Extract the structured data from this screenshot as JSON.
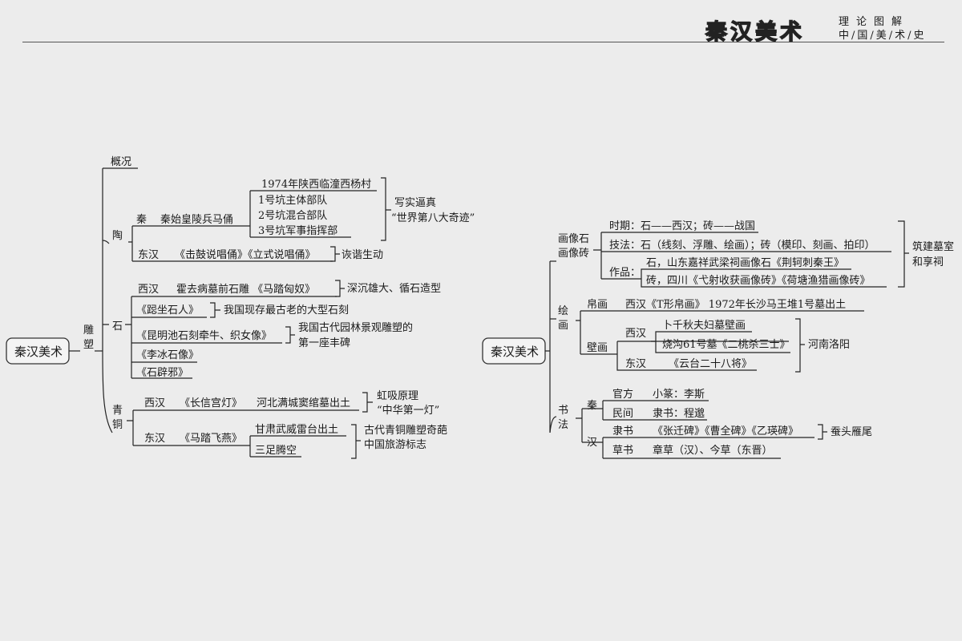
{
  "header": {
    "title": "秦汉美术",
    "subtitle_top": "理论图解",
    "subtitle_bottom": "中/国/美/术/史"
  },
  "left": {
    "root": "秦汉美术",
    "branch": "雕塑",
    "overview": "概况",
    "tao": {
      "label": "陶",
      "qin": {
        "dynasty": "秦",
        "name": "秦始皇陵兵马俑",
        "site": "1974年陕西临潼西杨村",
        "pits": [
          "1号坑主体部队",
          "2号坑混合部队",
          "3号坑军事指挥部"
        ],
        "note1": "写实逼真",
        "note2": "“世界第八大奇迹”"
      },
      "donghan": {
        "dynasty": "东汉",
        "works": "《击鼓说唱俑》《立式说唱俑》",
        "note": "诙谐生动"
      }
    },
    "stone": {
      "label": "石",
      "xihan": {
        "dynasty": "西汉",
        "text": "霍去病墓前石雕 《马踏匈奴》",
        "note": "深沉雄大、循石造型"
      },
      "items": [
        "《跽坐石人》",
        "《昆明池石刻牵牛、织女像》",
        "《李冰石像》",
        "《石辟邪》"
      ],
      "note2": "我国现存最古老的大型石刻",
      "note3a": "我国古代园林景观雕塑的",
      "note3b": "第一座丰碑"
    },
    "bronze": {
      "label": "青铜",
      "xihan": {
        "dynasty": "西汉",
        "work": "《长信宫灯》",
        "site": "河北满城窦绾墓出土",
        "note1": "虹吸原理",
        "note2": "“中华第一灯”"
      },
      "donghan": {
        "dynasty": "东汉",
        "work": "《马踏飞燕》",
        "site": "甘肃武威雷台出土",
        "alias": "三足腾空",
        "note1": "古代青铜雕塑奇葩",
        "note2": "中国旅游标志"
      }
    }
  },
  "right": {
    "root": "秦汉美术",
    "stone_relief": {
      "label1": "画像石",
      "label2": "画像砖",
      "period": "时期：石——西汉；砖——战国",
      "technique": "技法：石（线刻、浮雕、绘画）；砖（模印、刻画、拍印）",
      "works_label": "作品：",
      "stone_work": "石，山东嘉祥武梁祠画像石《荆轲刺秦王》",
      "brick_work": "砖，四川《弋射收获画像砖》《荷塘渔猎画像砖》",
      "note1": "筑建墓室",
      "note2": "和享祠"
    },
    "painting": {
      "label1": "绘",
      "label2": "画",
      "silk": {
        "label": "帛画",
        "text": "西汉《T形帛画》 1972年长沙马王堆1号墓出土"
      },
      "mural": {
        "label": "壁画",
        "xihan": "西汉",
        "items": [
          "卜千秋夫妇墓壁画",
          "烧沟61号墓《二桃杀三士》"
        ],
        "donghan": "东汉",
        "donghan_item": "《云台二十八将》",
        "note": "河南洛阳"
      }
    },
    "calligraphy": {
      "label1": "书",
      "label2": "法",
      "qin": "秦",
      "qin_rows": [
        {
          "k": "官方",
          "v": "小篆：李斯"
        },
        {
          "k": "民间",
          "v": "隶书：程邈"
        }
      ],
      "han": "汉",
      "han_rows": [
        {
          "k": "隶书",
          "v": "《张迁碑》《曹全碑》《乙瑛碑》"
        },
        {
          "k": "草书",
          "v": "章草（汉）、今草（东晋）"
        }
      ],
      "note": "蚕头雁尾"
    }
  }
}
